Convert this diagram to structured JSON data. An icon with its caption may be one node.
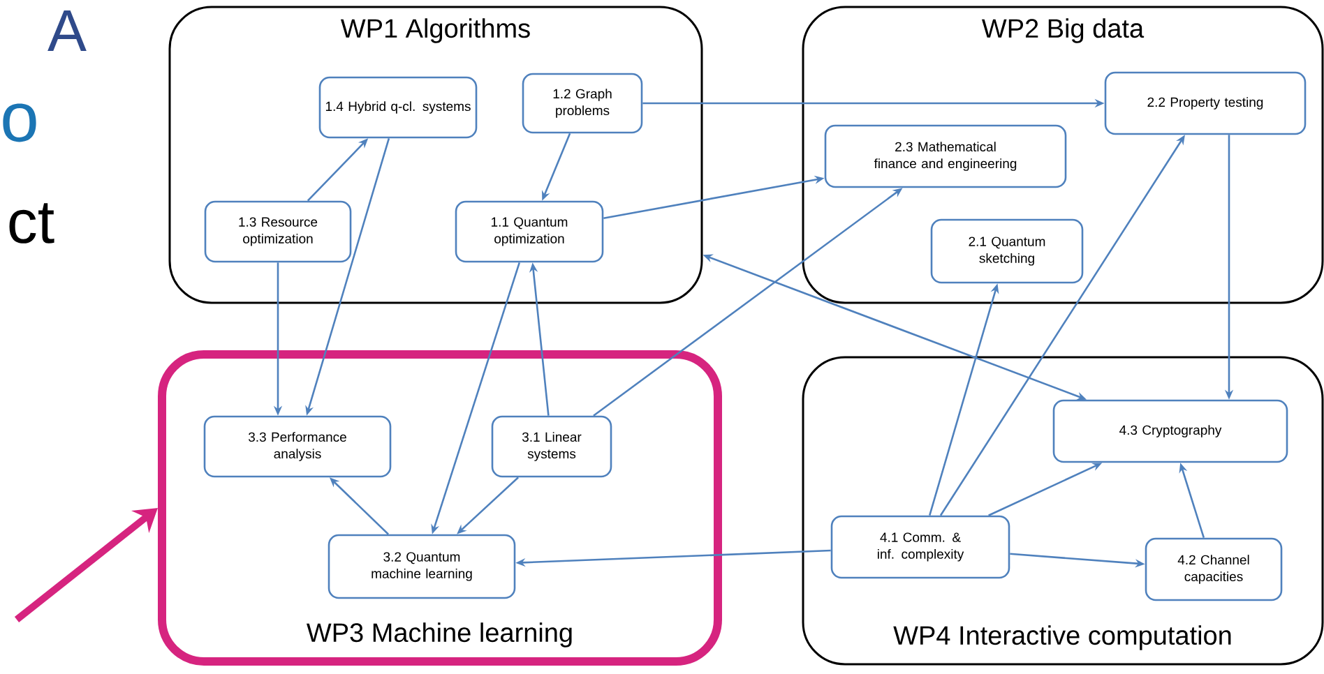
{
  "diagram": {
    "nodes": [
      {
        "text": [
          "WP1 Algorithms"
        ]
      },
      {
        "text": [
          "1.4 Hybrid q-cl. systems"
        ],
        "in": 0
      },
      {
        "text": [
          "1.2 Graph problems"
        ],
        "in": 0
      },
      {
        "text": [
          "1.3 Resource optimization"
        ],
        "in": 0
      },
      {
        "text": [
          "1.1 Quantum optimization"
        ],
        "in": 0
      },
      {
        "text": [
          "WP2 Big data"
        ]
      },
      {
        "text": [
          "2.2 Property testing"
        ],
        "in": 5
      },
      {
        "text": [
          "2.3 Mathematical finance and engineering"
        ],
        "in": 5
      },
      {
        "text": [
          "2.1 Quantum sketching"
        ],
        "in": 5
      },
      {
        "text": [
          "WP3 Machine learning"
        ]
      },
      {
        "text": [
          "3.3 Performance analysis"
        ],
        "in": 9
      },
      {
        "text": [
          "3.1 Linear systems"
        ],
        "in": 9
      },
      {
        "text": [
          "3.2 Quantum machine learning"
        ],
        "in": 9
      },
      {
        "text": [
          "WP4 Interactive computation"
        ]
      },
      {
        "text": [
          "4.3 Cryptography"
        ],
        "in": 13
      },
      {
        "text": [
          "4.1 Comm. & inf. complexity"
        ],
        "in": 13
      },
      {
        "text": [
          "4.2 Channel capacities"
        ],
        "in": 13
      }
    ],
    "edges": [
      {
        "from": 3,
        "to": 1,
        "arrow": "to"
      },
      {
        "from": 2,
        "to": 4,
        "arrow": "to"
      },
      {
        "from": 2,
        "to": 6,
        "arrow": "to"
      },
      {
        "from": 4,
        "to": 7,
        "arrow": "to"
      },
      {
        "from": 3,
        "to": 10,
        "arrow": "to"
      },
      {
        "from": 1,
        "to": 10,
        "arrow": "to"
      },
      {
        "from": 4,
        "to": 12,
        "arrow": "to"
      },
      {
        "from": 11,
        "to": 4,
        "arrow": "to"
      },
      {
        "from": 11,
        "to": 7,
        "arrow": "to"
      },
      {
        "from": 11,
        "to": 12,
        "arrow": "to"
      },
      {
        "from": 12,
        "to": 10,
        "arrow": "to"
      },
      {
        "from": 15,
        "to": 12,
        "arrow": "to"
      },
      {
        "from": 15,
        "to": 8,
        "arrow": "to"
      },
      {
        "from": 15,
        "to": 6,
        "arrow": "to"
      },
      {
        "from": 15,
        "to": 14,
        "arrow": "to"
      },
      {
        "from": 15,
        "to": 16,
        "arrow": "to"
      },
      {
        "from": 16,
        "to": 14,
        "arrow": "to"
      },
      {
        "from": 6,
        "to": 14,
        "arrow": "to"
      },
      {
        "from": 0,
        "to": 14,
        "arrow": "both"
      },
      {
        "from": null,
        "to": 9,
        "arrow": "to",
        "style": "thick",
        "color": "#d6247f"
      }
    ],
    "labels": [
      "A",
      "o",
      "ct"
    ]
  }
}
